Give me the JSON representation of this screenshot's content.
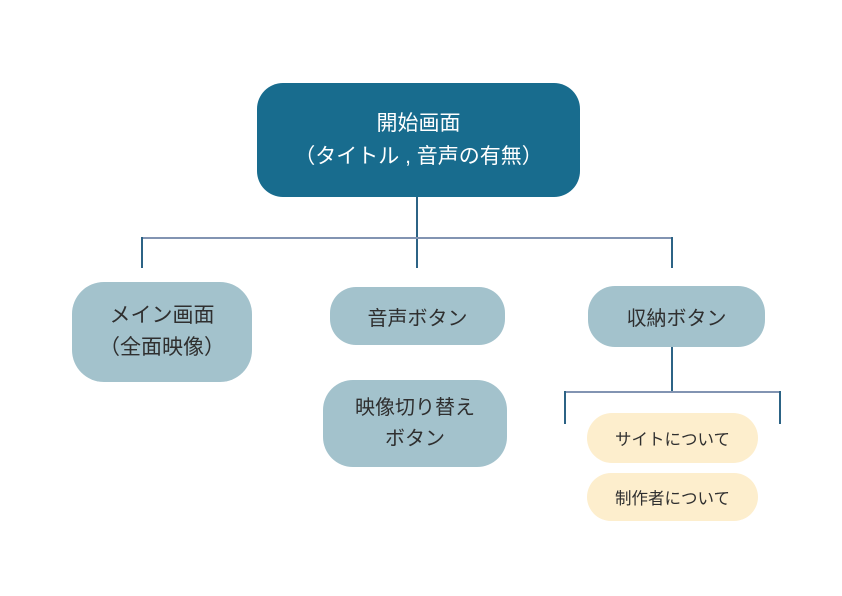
{
  "diagram": {
    "type": "tree-flowchart",
    "background": "#ffffff",
    "colors": {
      "root_fill": "#186c8e",
      "root_text": "#ffffff",
      "branch_fill": "#a3c2cc",
      "leaf_fill": "#fdeecd",
      "branch_text": "#2f2f2f",
      "connector_horizontal": "#8294b2",
      "connector_vertical": "#2c6385"
    },
    "nodes": {
      "start_screen": {
        "line1": "開始画面",
        "line2": "（タイトル , 音声の有無）"
      },
      "main_screen": {
        "line1": "メイン画面",
        "line2": "（全面映像）"
      },
      "audio_button": {
        "label": "音声ボタン"
      },
      "storage_button": {
        "label": "収納ボタン"
      },
      "video_switch_button": {
        "line1": "映像切り替え",
        "line2": "ボタン"
      },
      "about_site": {
        "label": "サイトについて"
      },
      "about_creator": {
        "label": "制作者について"
      }
    },
    "edges": [
      "start_screen -> main_screen",
      "start_screen -> audio_button",
      "start_screen -> storage_button",
      "storage_button -> about_site",
      "storage_button -> about_creator"
    ]
  }
}
